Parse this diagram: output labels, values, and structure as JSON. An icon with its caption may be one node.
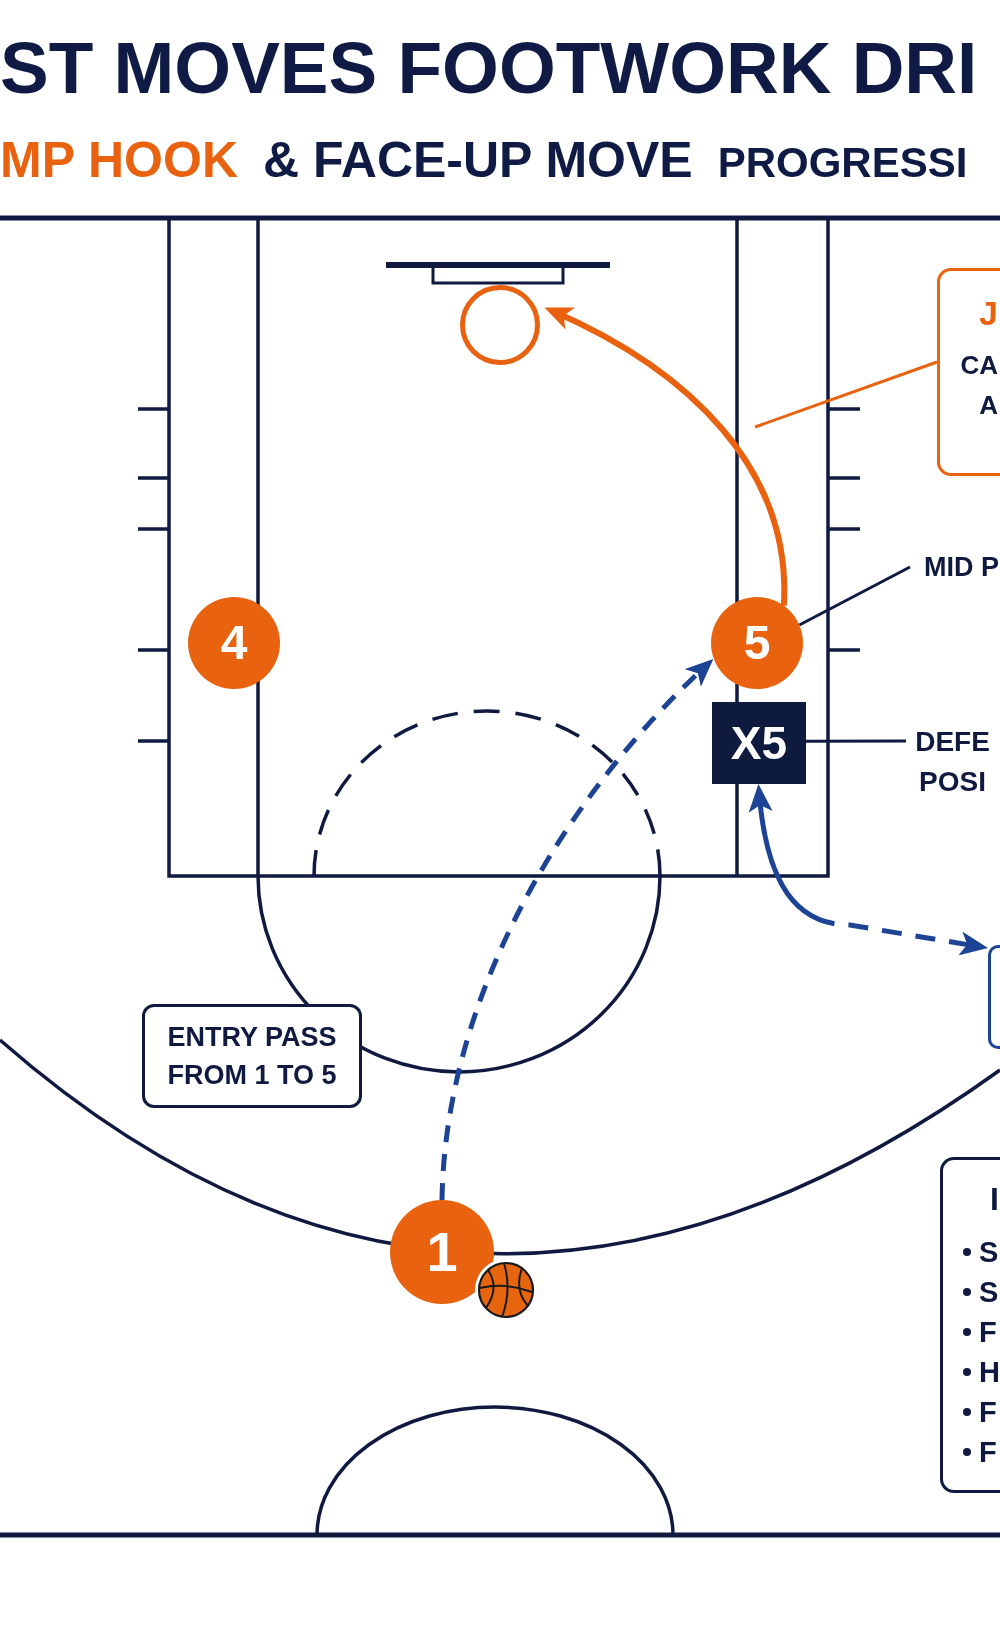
{
  "diagram": {
    "title": "ST MOVES FOOTWORK DRI",
    "nodes": [
      {
        "text": [],
        "shape": "circle"
      },
      {
        "text": [
          "J",
          "CA A"
        ]
      },
      {
        "text": [
          "MID P"
        ]
      },
      {
        "text": [
          "4"
        ]
      },
      {
        "text": [
          "5"
        ]
      },
      {
        "text": [
          "X5"
        ]
      },
      {
        "text": [
          "DEFE POSI"
        ]
      },
      {
        "text": [],
        "shape": "box"
      },
      {
        "text": [
          "ENTRY PASS FROM 1 TO 5"
        ]
      },
      {
        "text": [
          "1"
        ]
      },
      {
        "text": [
          "I",
          "S",
          "S",
          "F",
          "H",
          "F",
          "F"
        ]
      }
    ],
    "edges": [
      {
        "from": 9,
        "to": 4,
        "arrow": "to",
        "style": "dashed",
        "color": "#1d4394"
      },
      {
        "from": 4,
        "to": 0,
        "arrow": "to",
        "style": "thick",
        "color": "#e8620f"
      },
      {
        "from": 5,
        "to": 7,
        "arrow": "both",
        "style": "dashed",
        "color": "#1d4394"
      },
      {
        "from": 1,
        "to": null,
        "arrow": "none",
        "color": "#e8620f"
      },
      {
        "from": 2,
        "to": 4,
        "arrow": "none"
      },
      {
        "from": 6,
        "to": 5,
        "arrow": "none"
      }
    ],
    "labels": [
      "MP HOOK",
      "& FACE-UP MOVE",
      "PROGRESSI"
    ]
  }
}
